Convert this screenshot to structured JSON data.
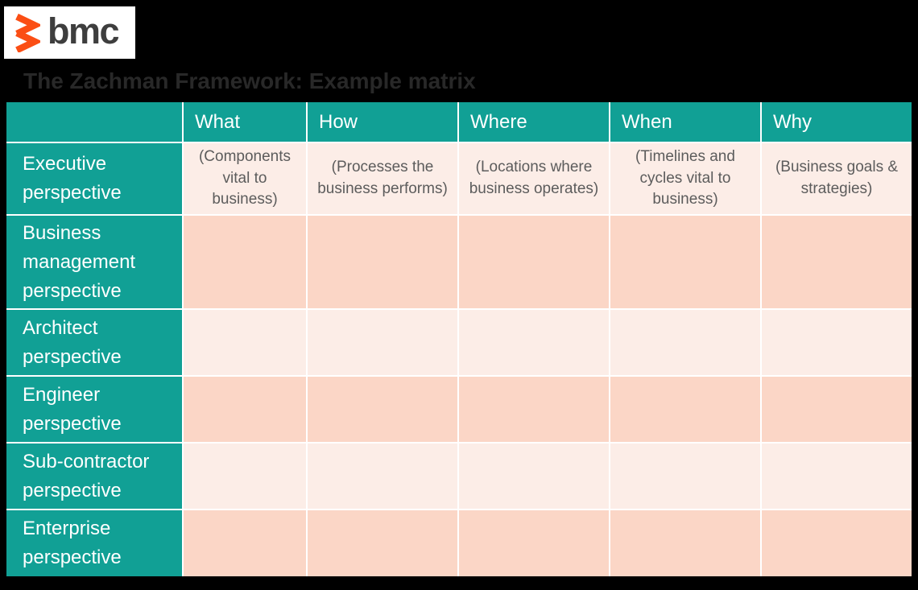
{
  "logo": {
    "text": "bmc",
    "mark": "bmc-chevrons-icon"
  },
  "title": "The Zachman Framework: Example matrix",
  "table": {
    "column_headers": [
      "",
      "What",
      "How",
      "Where",
      "When",
      "Why"
    ],
    "rows": [
      {
        "header": "Executive perspective",
        "cells": [
          "(Components vital to business)",
          "(Processes the business performs)",
          "(Locations where business operates)",
          "(Timelines and cycles vital to business)",
          "(Business goals & strategies)"
        ]
      },
      {
        "header": "Business management perspective",
        "cells": [
          "",
          "",
          "",
          "",
          ""
        ]
      },
      {
        "header": "Architect perspective",
        "cells": [
          "",
          "",
          "",
          "",
          ""
        ]
      },
      {
        "header": "Engineer perspective",
        "cells": [
          "",
          "",
          "",
          "",
          ""
        ]
      },
      {
        "header": "Sub-contractor perspective",
        "cells": [
          "",
          "",
          "",
          "",
          ""
        ]
      },
      {
        "header": "Enterprise perspective",
        "cells": [
          "",
          "",
          "",
          "",
          ""
        ]
      }
    ]
  },
  "colors": {
    "background": "#000000",
    "teal": "#11A095",
    "row_light": "#FCEDE7",
    "row_dark": "#FBD6C6",
    "grid_line": "#FFFFFF",
    "title_text": "#282828",
    "cell_text": "#5C5C5C",
    "bmc_orange": "#FB4E14",
    "bmc_text": "#3E3E3E"
  }
}
